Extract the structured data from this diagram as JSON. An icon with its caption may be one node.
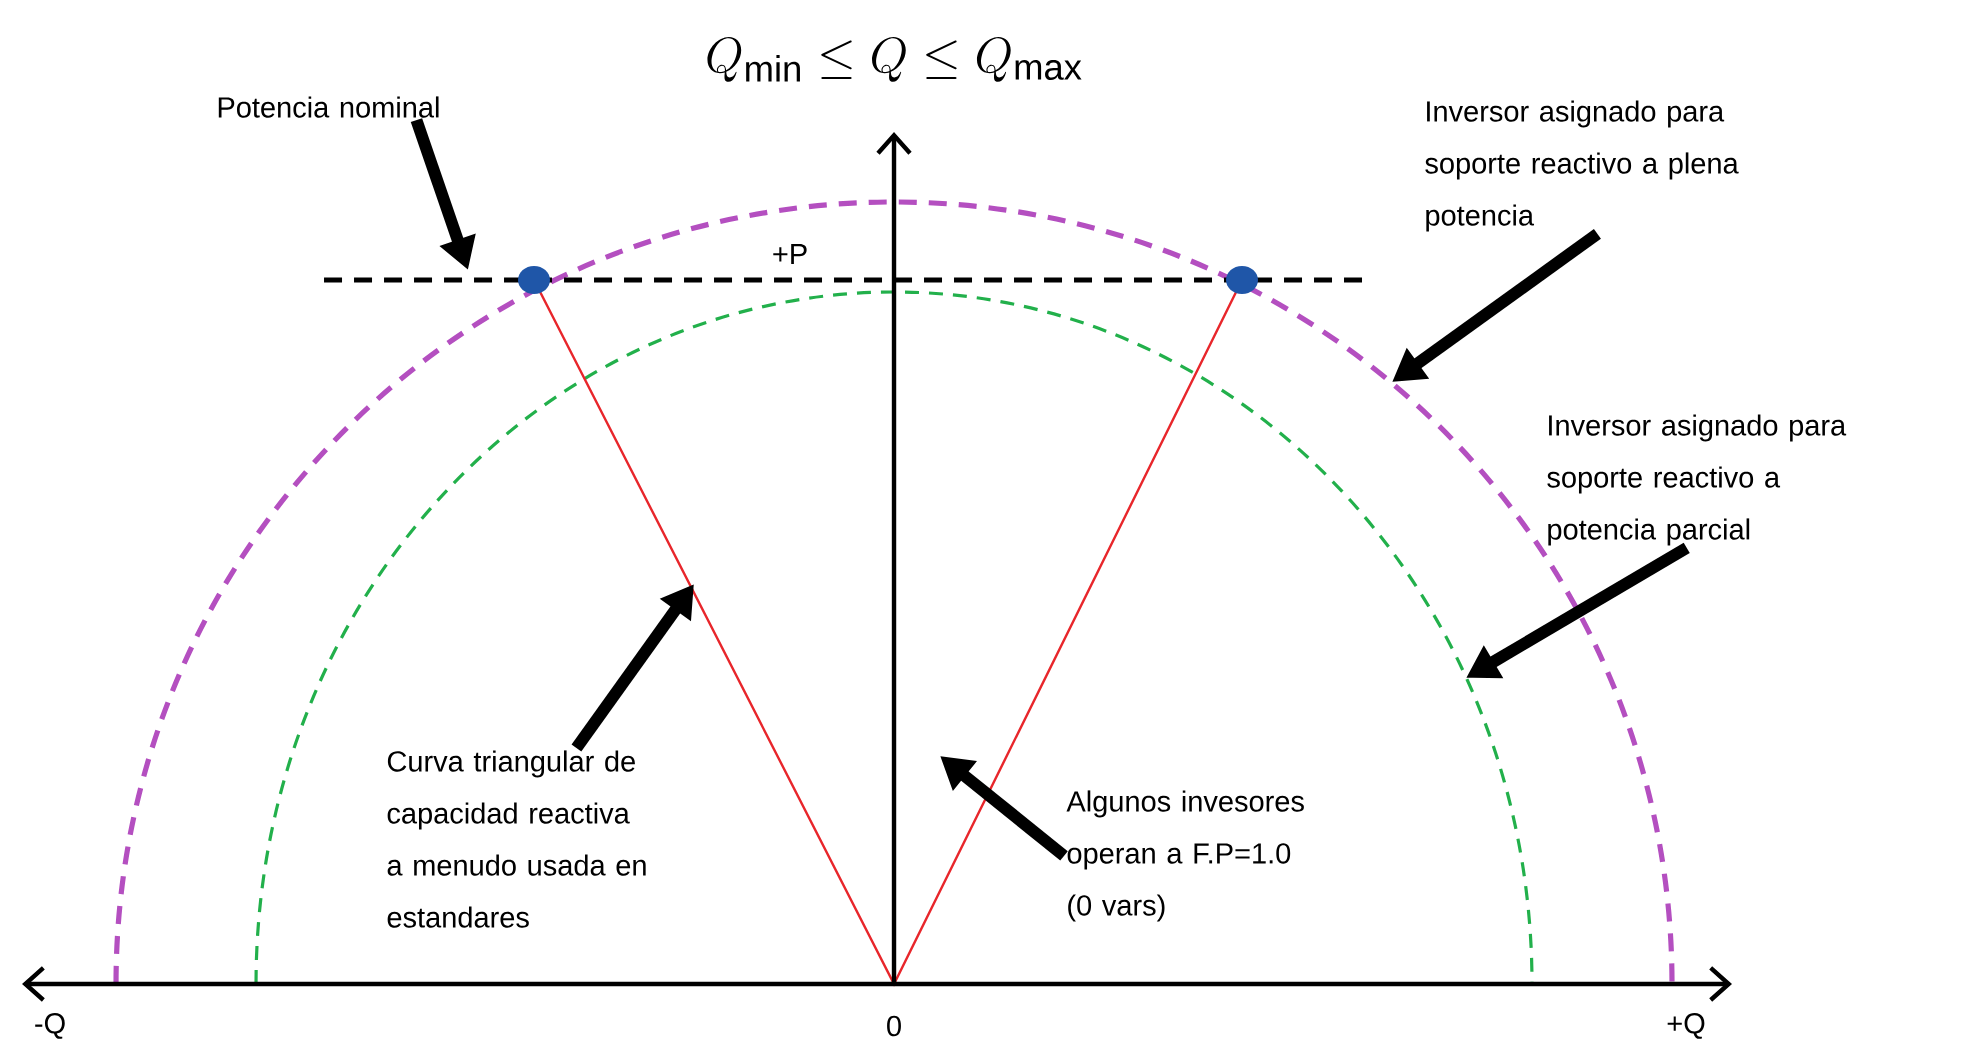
{
  "diagram": {
    "title": "Q_{\\mathrm{min}} \\le Q \\le Q_{\\mathrm{max}}",
    "nodes": [
      {
        "text": [
          "Potencia nominal"
        ]
      },
      {
        "text": [
          "Inversor asignado para soporte reactivo a plena potencia"
        ]
      },
      {
        "text": [
          "Inversor asignado para soporte reactivo a potencia parcial"
        ]
      },
      {
        "text": [
          "Curva triangular de capacidad reactiva a menudo usada en estandares"
        ]
      },
      {
        "text": [
          "Algunos invesores operan a F.P=1.0 (0 vars)"
        ]
      }
    ],
    "edges": [
      {
        "from": 0,
        "to": null,
        "arrow": "to"
      },
      {
        "from": 1,
        "to": null,
        "arrow": "to"
      },
      {
        "from": 2,
        "to": null,
        "arrow": "to"
      },
      {
        "from": 3,
        "to": null,
        "arrow": "to"
      },
      {
        "from": 4,
        "to": null,
        "arrow": "to"
      }
    ],
    "labels": [
      "+P",
      "-Q",
      "0",
      "+Q"
    ]
  }
}
